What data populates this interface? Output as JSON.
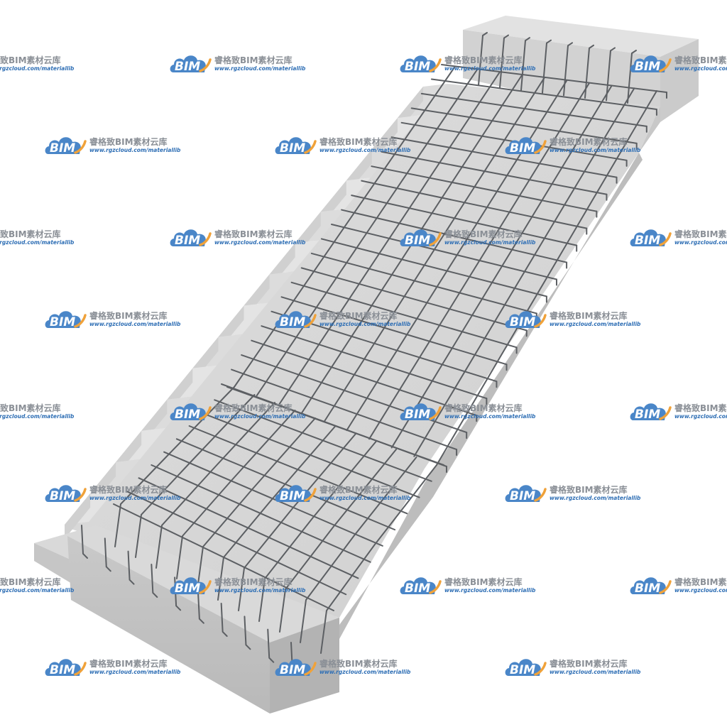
{
  "watermark": {
    "logo_text": "BIM",
    "title": "睿格致BIM素材云库",
    "url": "www.rgzcloud.com/materiallib",
    "cloud_color": "#4a86c8",
    "accent_color": "#f0a23a"
  },
  "colors": {
    "concrete_top": "#d6d6d6",
    "concrete_side": "#c4c4c4",
    "concrete_dark": "#b0b0b0",
    "rebar": "#5c5f63"
  }
}
